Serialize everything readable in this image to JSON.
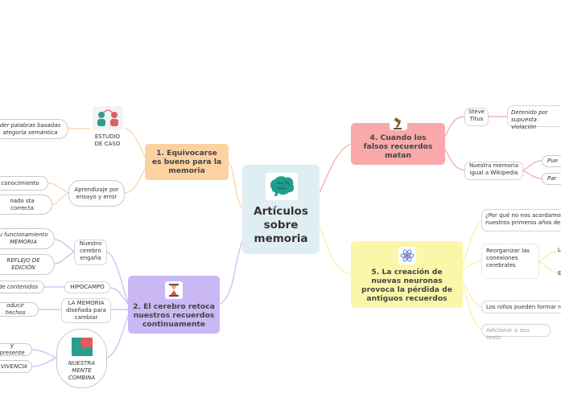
{
  "center": {
    "title": "Artículos sobre memoria",
    "icon": "brain-icon"
  },
  "topics": {
    "t1": {
      "title": "1. Equivocarse es bueno para la memoria",
      "color": "#fdd2a2"
    },
    "t2": {
      "title": "2. El cerebro retoca nuestros recuerdos continuamente",
      "color": "#c9b8f3",
      "icon": "hourglass-icon"
    },
    "t4": {
      "title": "4. Cuando los falsos recuerdos matan",
      "color": "#f9a9a9",
      "icon": "gavel-icon"
    },
    "t5": {
      "title": "5. La creación de nuevas neuronas provoca la pérdida de antiguos recuerdos",
      "color": "#fbf7a9",
      "icon": "atom-icon"
    }
  },
  "t1_children": {
    "estudio": "ESTUDIO DE CASO",
    "estudio_leaf": "der palabras basadas ategoría semántica",
    "aprendizaje": "Aprendizaje por ensayo y error",
    "conocimiento": "conocimiento",
    "respuesta": "nado sta correcta"
  },
  "t2_children": {
    "enganar": "Nuestro cerebro engaña",
    "engana_leaf1": "u funcionamiento MEMORIA",
    "engana_leaf2": "REFLEJO DE EDICIÓN",
    "hipocampo": "HIPOCAMPO",
    "hipocampo_leaf": "de contenidos",
    "memoria_cambiar": "LA MEMORIA diseñada para cambiar",
    "memoria_leaf": "oducir hechos",
    "combina": "NUESTRA MENTE COMBINA",
    "combina_leaf1": "y presente",
    "combina_leaf2": "RVIVENCIA"
  },
  "t4_children": {
    "steve": "Steve Titus",
    "steve_leaf": "Detenido por supuesta violación",
    "wikipedia": "Nuestra memoria igual a Wikipedia",
    "wiki_leaf1": "Pue",
    "wiki_leaf2": "Par"
  },
  "t5_children": {
    "porque": "¿Por qué no nos acordamos nuestros primeros años de",
    "reorganizar": "Reorganizar las conexiones cerebrales",
    "reorg_leaf1": "L",
    "reorg_leaf2": "E",
    "ninos": "Los niños pueden formar re",
    "adicionar": "Adicionar o seu texto"
  }
}
